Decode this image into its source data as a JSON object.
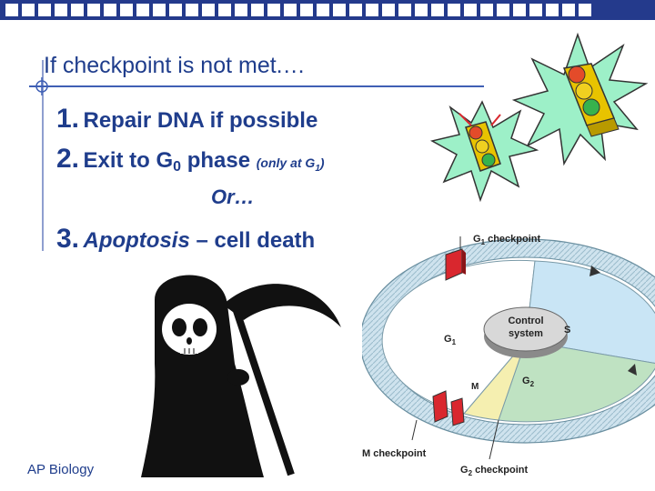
{
  "slide": {
    "title": "If checkpoint is not met.…",
    "items": [
      {
        "number": "1.",
        "text": "Repair DNA if possible"
      },
      {
        "number": "2.",
        "text_before": "Exit to G",
        "sub": "0",
        "text_after": " phase ",
        "note_before": "(only at G",
        "note_sub": "1",
        "note_after": ")"
      },
      {
        "number": "3.",
        "italic_text": "Apoptosis",
        "text": " – cell death"
      }
    ],
    "or_text": "Or…",
    "footer": "AP Biology"
  },
  "diagram": {
    "g1_checkpoint": {
      "label": "G",
      "sub": "1",
      "suffix": " checkpoint"
    },
    "m_checkpoint": "M checkpoint",
    "g2_checkpoint": {
      "label": "G",
      "sub": "2",
      "suffix": " checkpoint"
    },
    "control_system": [
      "Control",
      "system"
    ],
    "phase_s": "S",
    "phase_g1": {
      "label": "G",
      "sub": "1"
    },
    "phase_g2": {
      "label": "G",
      "sub": "2"
    },
    "phase_m": "M"
  },
  "colors": {
    "header_bar": "#243a8c",
    "text_blue": "#1f3d8c",
    "star_green": "#9df0c8",
    "checkpoint_red": "#d9272e"
  }
}
